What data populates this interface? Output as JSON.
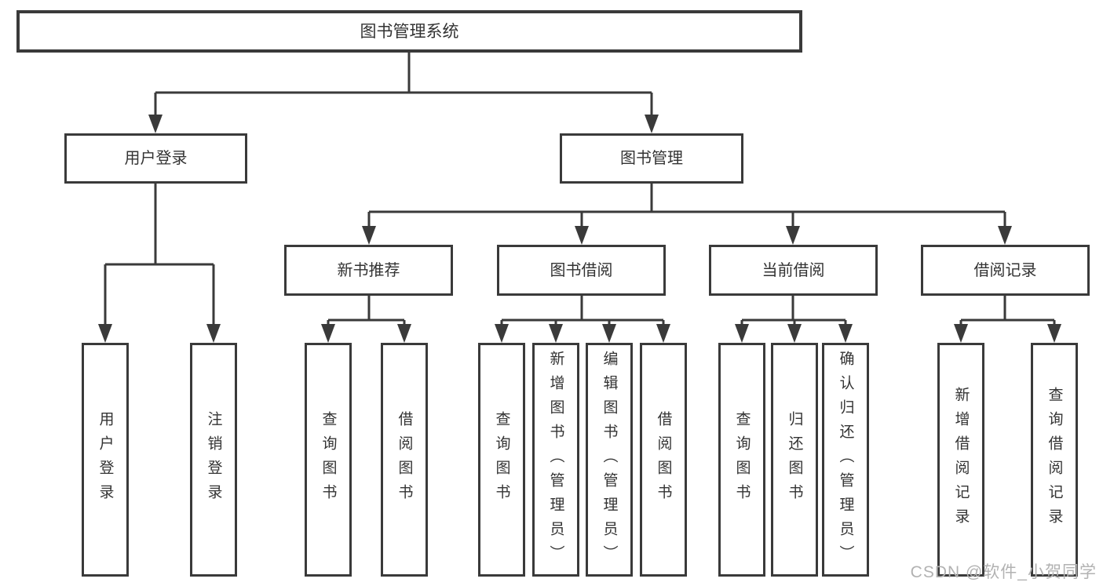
{
  "colors": {
    "line": "#3a3a3a",
    "text": "#333333",
    "bg": "#ffffff",
    "watermark": "#b2b2b2"
  },
  "tree": {
    "root": "图书管理系统",
    "branches": [
      {
        "label": "用户登录",
        "children": [
          "用户登录",
          "注销登录"
        ]
      },
      {
        "label": "图书管理",
        "sections": [
          {
            "label": "新书推荐",
            "children": [
              "查询图书",
              "借阅图书"
            ]
          },
          {
            "label": "图书借阅",
            "children": [
              "查询图书",
              "新增图书（管理员）",
              "编辑图书（管理员）",
              "借阅图书"
            ]
          },
          {
            "label": "当前借阅",
            "children": [
              "查询图书",
              "归还图书",
              "确认归还（管理员）"
            ]
          },
          {
            "label": "借阅记录",
            "children": [
              "新增借阅记录",
              "查询借阅记录"
            ]
          }
        ]
      }
    ]
  },
  "watermark": "CSDN @软件_小贺同学"
}
